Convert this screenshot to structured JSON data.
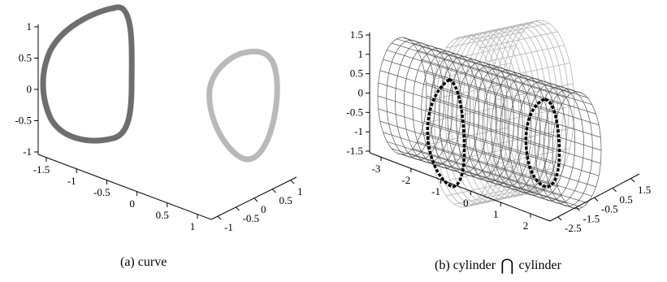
{
  "panel_a": {
    "caption": "(a) curve",
    "z_ticks": [
      "1",
      "0.5",
      "0",
      "-0.5",
      "-1"
    ],
    "x_ticks": [
      "-1.5",
      "-1",
      "-0.5",
      "0",
      "0.5",
      "1"
    ],
    "y_ticks": [
      "-1",
      "-0.5",
      "0",
      "0.5",
      "1"
    ],
    "curve_colors": {
      "left": "#6e6e6e",
      "right": "#b9b9b9"
    }
  },
  "panel_b": {
    "caption_prefix": "(b) cylinder",
    "caption_symbol": "⋂",
    "caption_suffix": "cylinder",
    "z_ticks": [
      "1.5",
      "1",
      "0.5",
      "0",
      "-0.5",
      "-1",
      "-1.5"
    ],
    "x_ticks": [
      "-3",
      "-2",
      "-1",
      "0",
      "1",
      "2"
    ],
    "y_ticks": [
      "-2.5",
      "-1.5",
      "-0.5",
      "0.5",
      "1.5"
    ],
    "mesh_colors": {
      "dark_cylinder": "#555555",
      "light_cylinder": "#b4b4b4",
      "intersection": "#000000"
    }
  }
}
